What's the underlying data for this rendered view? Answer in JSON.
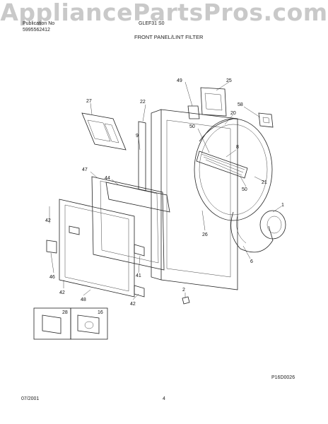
{
  "watermark": "AppliancePartsPros.com",
  "header": {
    "publication": "Publication No",
    "part_number": "5995562412",
    "model_fragment": "GLEF31 S0",
    "section_title": "FRONT PANEL/LINT FILTER"
  },
  "footer": {
    "date": "07/2001",
    "page": "4",
    "figure_code": "P16D0026"
  },
  "callouts": [
    {
      "id": "c49",
      "text": "49"
    },
    {
      "id": "c25",
      "text": "25"
    },
    {
      "id": "c27",
      "text": "27"
    },
    {
      "id": "c22",
      "text": "22"
    },
    {
      "id": "c58",
      "text": "58"
    },
    {
      "id": "c20",
      "text": "20"
    },
    {
      "id": "c50a",
      "text": "50"
    },
    {
      "id": "c9",
      "text": "9"
    },
    {
      "id": "c8",
      "text": "8"
    },
    {
      "id": "c47",
      "text": "47"
    },
    {
      "id": "c44",
      "text": "44"
    },
    {
      "id": "c50b",
      "text": "50"
    },
    {
      "id": "c21",
      "text": "21"
    },
    {
      "id": "c1",
      "text": "1"
    },
    {
      "id": "c42a",
      "text": "42"
    },
    {
      "id": "c26",
      "text": "26"
    },
    {
      "id": "c6",
      "text": "6"
    },
    {
      "id": "c46",
      "text": "46"
    },
    {
      "id": "c41",
      "text": "41"
    },
    {
      "id": "c42b",
      "text": "42"
    },
    {
      "id": "c48",
      "text": "48"
    },
    {
      "id": "c42c",
      "text": "42"
    },
    {
      "id": "c28",
      "text": "28"
    },
    {
      "id": "c16",
      "text": "16"
    },
    {
      "id": "c2",
      "text": "2"
    }
  ]
}
